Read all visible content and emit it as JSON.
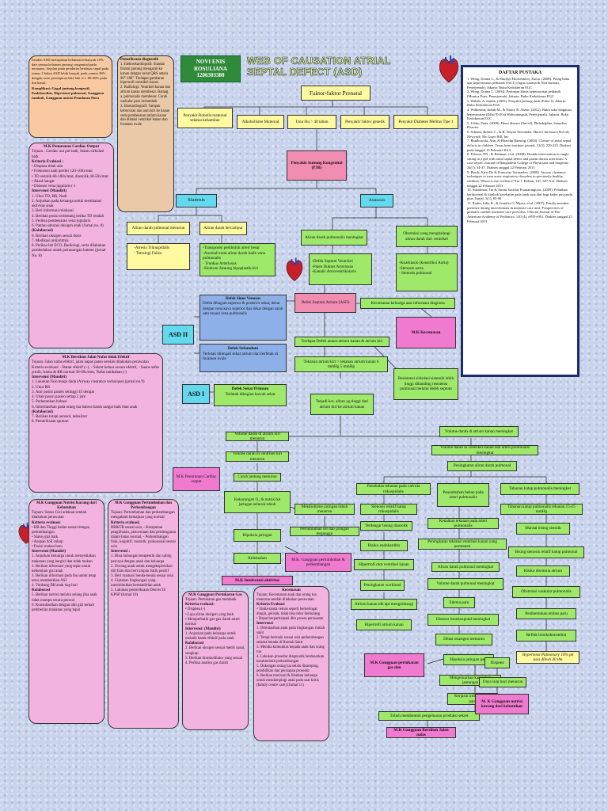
{
  "header": {
    "name": "NOVI ENIS ROSULIANA",
    "nim": "1206303380",
    "title": "WEB OF CAUSATION ATRIAL SEPTAL DEFECT (ASD)"
  },
  "intro": {
    "text": "Insiden ASD merupakan kelainan terbanyak 10% dari semua kelainan jantung congenital pada neonatus. Sejalan pada penderita berdasar sepal pada tumur 1 bulan ASD lebih banyak pada wanita 36% dengan rasio perempuan laki-laki 2:1, 80-40% pada ibu hamil.",
    "complication": "Komplikasi: Gagal jantung kongestif, Endokarditis, Hipertensi pulmonal, Gangguan tumbuh, Gangguan nutrisi Penularan Paru"
  },
  "diagnostic": {
    "title": "Pemeriksaan diagnostik",
    "items": [
      "1. Elektrokardiografi: Standar frontal jantung mengarah ke kanan dengan sudut QRS antara 90°-180°. Terdapat gambaran hipertrofi ventrikel kanan",
      "2. Radiologi: Ventrikel kanan dan atrium kanan membesar. Batang a. pulmonalis membesar. Corak vaskular paru bertambah",
      "3. Ekokardiografi: Tampak kebocoran dan arah kiri ke kanan serta pembesaran atrium kanan dan dilatasi ventrikel kanan dan foramen ovale"
    ]
  },
  "references": {
    "title": "DAFTAR PUSTAKA",
    "items": [
      "1. Wong, Donna L., & Marilyn Hockenberry Eaton. (2008). Wong buku ajar keperawatan pediatrik (Vol.1) (Agus sutarna & Neti Juniarti, Penerjemah). Jakarta: Buku Kedokteran EGC",
      "2. Wong, Donna L. (2004). Pedoman klinis keperawatan pediatrik (Monica Ester, Penerjemah). Jakarta: Buku Kedokteran EGC",
      "3. Wahab, A. Samik. (2003). Penyakit jantung anak (Edisi 3). Jakarta: Buku Kedokteran EGC",
      "4. Wilkinson, Judith M., & Nancy R. Ahern. (2012). Buku saku diagnosis keperawatan (Edisi 9) (Esti Wahyuningsih, Penerjemah). Jakarta: Buku Kedokteran EGC",
      "5. Libby, Peter. (2008). Heart disease (8rd ed). Philadelphia: Saunders Elsevier",
      "6. Schlant, Robert C., & R. Wayne Alexander. Hurst's the heart (8rd ed). Newyork: Mc Graw Hill, Inc",
      "7. Bradkowski, Ann, & Bhavdip Ransing. (2004). Closure of atrial septal defects in children. Texas heart institute journal, 31(3), 220-223. Diakses pada tanggal 15 Februari 2013",
      "8. Fatema, NN., & Rahman, et al. (2008). Double intervention in single sitting in a girl with atrial septal defect and patent ductus arteriosus: A case report. Journal of Bangladesh College of Physicians and Surgeons 24(1), 34-37. Diakses tanggal 22 Februari 2013",
      "9. Brock, Kirsi De & Francoise Vermaelen. (2008). Airway clearance techniques to treat acute respiratory disorders in previously healthy children: Where is the evidence? Eur J. Pediatr, 167, 607-612. Diakses tanggal 22 Februari 2013",
      "10. Sukarman, Tin & Amini Savithri Pramaningtyas. (2009). Pelatihan kardiorenal & kimbub kesehatan pada anak usia dini bagi kader posyandu plus. Jurnal, 3(1), 85-96",
      "11. Kadin, Irdia K., & Jennifer G. Myers, et al. (2007). Family-member presence during interventions in intensive care unit: Perspectives of pediatric cardiac intensive care providers. Official Journal of The American Academy of Pediatrics, 120 (4), e895-e901. Diakses tanggal 23 Februari 2013"
    ]
  },
  "prenatal": {
    "title": "Faktor-faktor Prenatal",
    "factors": [
      "Penyakit Rubella maternal selama kehamilan",
      "Alkoholisme Maternal",
      "Usia ibu > 40 tahun",
      "Penyakit/ faktor genetik",
      "Penyakit Diabetes Melitus Tipe 1"
    ]
  },
  "pjb": "Penyakit Jantung Kongenital (PJB)",
  "sianosis": "Sianosis",
  "asianosis": "Asianosis",
  "sian_left": [
    "Aliran darah pulmonal menurun",
    "Aliran darah bercampur"
  ],
  "sian_left_list": [
    "-Atresia Trikuspidalis",
    "- Tetralogi Fallot"
  ],
  "sian_mid_list": [
    "-Transposisi pembuluh arteri besar",
    "-Anomali total aliran darah balik vena pulmonalis",
    "- Trunkus Arteriosus",
    "-Sindrom Jantung hipoplastik kiri"
  ],
  "asian_left": "Aliran darah pulmonalis meningkat",
  "asian_right": "Obstruksi yang menghalangi aliran darah dari ventrikel",
  "asian_left_list": [
    "-Defek Septum Ventrikel",
    "-Paten Duktus Arteriosus",
    "-Kanalis Atrioventrikularis"
  ],
  "asian_right_list": [
    "-Koarktasio (konstriksi Aorta)",
    "-Stenosis aorta",
    "- Stenosis pulmonal"
  ],
  "asd_box": "Defek Septum Atrium (ASD)",
  "family": "Kecemasan keluarga atas informasi diagnosa",
  "mk_cemas": "M.K Kecemasan",
  "asd2": "ASD II",
  "asd1": "ASD I",
  "sinus": {
    "title": "Defek Sinus Venosus",
    "text": "Defek dibagian superior & posterior sekat, dekat dengan vena kava superior dan dekat dengan salah satu muara vena pulmonalis"
  },
  "sekundum": {
    "title": "Defek Sekundum",
    "text": "Terletak ditengah sekat atrium dan berletak di foramen ovale"
  },
  "primum": {
    "title": "Defek Sekat Primum",
    "text": "Terletak dibagian bawah sekat"
  },
  "tekanan1": "Terdapat Defek antara atrium kanan & atrium kiri",
  "tekanan2": "Tekanan atrium kiri > tekanan atrium kanan 6 mmHg 5 mmHg",
  "resistensi": "Resistensi sirkulasi sistemik lebih tinggi dibanding resistensi pulmonal melalui defek septum",
  "shunt": "Terjadi kor. aliran yg tinggi dari atrium kiri ke atrium kanan",
  "flow_left": [
    "Volume darah di atrium kiri menurun",
    "Volume darah di ventrikel kiri menurun",
    "Curah jantung menurun",
    "Kekurangan O₂ & nutrisi ke jaringan seluruh tubuh",
    "Hipoksia jaringan",
    "Kelemahan",
    "M.K Intoleransi aktivitas"
  ],
  "flow_mid": [
    "Metabolisme jaringan tubuh menurun",
    "Pertumbuhan sel dan jaringan terganggu",
    "Stenosis relatif katup trikuspidalis",
    "Terdengar bising diastolik",
    "Risiko endokarditis",
    "Hipertrofi otot ventrikel kanan",
    "Peningkatan workload",
    "Atrium kanan tdk dpt mengimbangi",
    "Hipertrofi atrium kanan"
  ],
  "flow_right1": [
    "Volume darah di atrium kanan meningkat",
    "Volume darah di ventrikel kanan dan arteri pulmonalis meningkat",
    "Peningkatan aliran darah pulmonal"
  ],
  "flow_right2": [
    "Penebalan tekanan pada valvula trikuspidalis",
    "Penambahan beban pada arteri pulmonalis",
    "Kenaikan tekanan pada arteri pulmonalis",
    "Peningkatan tekanan ventrikel kanan yang permanen",
    "Aliran darah pulmonal meningkat",
    "Volume darah pulmonal meningkat",
    "Edema paru",
    "Distress bronkusputal meningkat",
    "Dilasi okasigen menurun"
  ],
  "flow_right3": [
    "Tahanan katup pulmonalis meningkat",
    "Tahanan katup pulmonalis tekanan 15-25 mmHg",
    "Mansal bising sistolik",
    "Bising stenosis relatif katup pulmonal",
    "Risiko disritmia atrium",
    "Obstruksi vaskular pulmonalis",
    "Pembentukan embus paru",
    "Refluk bronkokonstriksi",
    "Hypertensi Pulmonary 10% pd usia dibwh 40 thn"
  ],
  "flow_bottom": [
    "Hipoksia jaringan paru",
    "Mengeluarkan karasakan jantungan",
    "Kerjasin inflamasi gar paru",
    "Tubuh membentuk pengeluaran produksi sekret",
    "Dispnea",
    "Daya isap bayi menurun"
  ],
  "mk_curah": "M.K Penurunan Cardiac output",
  "mk_tumbuh": "M.K. Gangguan pertumbuhan & perkembangan",
  "mk_gas": "M.K Gangguan pertukaran gas dan",
  "mk_nutrisi": "M. K Gangguan nutrisi kurang dari kebutuhan",
  "mk_jalan": "M.K Gangguan Bersihan Jalan nafas",
  "care_cardiac": {
    "title": "M.K Penurunan Cardiac Output",
    "goal": "Tujuan : Cardiac out put baik, Status sirkulasi baik",
    "criteria": [
      "Kriteria Evaluasi :",
      "• Dispnea tidak ada",
      "• Frekuensi nadi perifer 120-160x/mnt",
      "• TD sistolik 80-100x/mnt, diastolik 40-50x/mnt",
      "• Akral hangat",
      "• Distensi vena jugularis (-)"
    ],
    "intervensi": [
      "Intervensi (Mandiri)",
      "1. Ukur TD, RR, Nadi",
      "2. Anjurkan pada keluarga untuk membatasi aktivitas anak",
      "3. Beri informasi relaksasi",
      "4. Berikan posisi terlentang ketika TD rendah",
      "5. Periksa pembesaran vena jugularis",
      "6. Pantau saturasi oksigen anak (Jurnal no. 8)",
      "(Kolaborasi)",
      "6. Berikan oksigen sesuai dosis",
      "7. Medikasi antiaritmia",
      "8. Periksa lab ECO, Radiologi, serta dilakukan pembedahan untuk pemasangan kateter (jurnal No. 8)"
    ]
  },
  "care_airway": {
    "title": "M.K Bersihan Jalan Nafas tidak Efektif",
    "goal": "Tujuan: Jalan nafas efektif, jalan napas paten setelah dilakukan perawatan",
    "criteria": "Kriteria evaluasi: - Batuk efektif (+), - Sekret keluar secara efektif, - Suara nafas jernih, Irama & RR normal 30-60x/mnt, Nafas tambahan (-)",
    "items": [
      "Intervensi (Mandiri)",
      "1. Lakukan fisio terapi dada (Airway clearance technique) (jurnal no.9)",
      "2. Ukur RR",
      "3. Atur posisi pasien setinggi 45 derajat",
      "4. Ubah posisi pasien setiap 2 jam",
      "5. Perhatankan hidrasi",
      "6. Informasikan pada orang tua bahwa batuk sangat baik buat anak",
      "(Kolaborasi)",
      "7. Berikan terapi aerosol, nebulizer",
      "8. Pemeriksaan sputum"
    ]
  },
  "care_nutrisi": {
    "title": "M.K Gangguan Nutrisi Kurang dari Kebutuhan",
    "goal": "Tujuan: Status Gizi adekuat setelah dilakukan perawatan",
    "items": [
      "Kriteria evaluasi:",
      "• BB dan Tinggi badan sesuai dengan perkembangan",
      "• Status gizi baik",
      "• Asupan ASI cukup",
      "• Posisi makan baru",
      "Intervensi (Mandiri)",
      "1. Anjurkan keluarga untuk menyediakan makanan yang bergizi dan tidak makan",
      "2. Berikan informasi yang tepat untuk kebutuhan gizi anak",
      "3. Berikan informasi pada ibu untuk tetap terus memberikan ASI",
      "4. Timbang BB anak tiap hari",
      "Kolaborasi",
      "5. Berikan nutrisi melalui selang jika anak tidak mampu secara peroral",
      "6. Konsultasikan dengan ahli gizi terkait pemberian makanan yang tepat"
    ]
  },
  "care_tumbuh": {
    "title": "M.K Gangguan Pertumbuhan dan Perkembangan",
    "goal": "Tujuan: Pertumbuhan dan perkembangan mengalami kemajuan yang normal",
    "items": [
      "Kriteria evaluasi:",
      "BB&TB sesuai usia, - Ketajaman penglihatan, pencernaan dan pendengaran dalam batas normal, - Perkembangan fisik, kognitif, motorik, psikososial sesuai usia",
      "Intervensi :",
      "1. Bina hubungan terapeutik dan saling percaya dengan anak dan keluarga",
      "2. Dorong anak untuk mengekspresikan diri baru dan beri umpan balik positif",
      "3. Beri mainan/ benda-benda sesuai usia",
      "4. Ciptakan lingkungan yang menimbulkan kemandirian anak",
      "5. Lakukan pemeriksaan Denver II/ KPSP (Jurnal 10)"
    ]
  },
  "care_gas": {
    "title": "M.K Gangguan Pertukaran Gas",
    "items": [
      "Tujuan: Pertukaran gas membaik",
      "Kriteria evaluasi:",
      "• Dispnea (-)",
      "• Laju aliran oksigen yang baik",
      "• Memperbaiki gas-gas darah arteri normal",
      "Intervensi: (Mandiri)",
      "1. Anjurkan pada keluarga untuk melatih batuk efektif pada anak",
      "Kolaborasi",
      "2. Berikan oksigen sesuai medis nasal, sungkup",
      "3. Berikan bronkodilator yang sesuai",
      "4. Periksa analisa gas darah"
    ]
  },
  "care_cemas": {
    "title": "Kecemasan",
    "items": [
      "Tujuan: Kecemasan anak dan orang tua menurun setelah dilakukan perawatan.",
      "Kriteria Evaluasi",
      "• Tanda-tanda cemas seperti berkeringat dingin, gelisah, tidak bisa tidur berkurang",
      "• Dapat berpartisipasi dlm proses perawatan",
      "Intervensi",
      "1. Orientasikan anak pada lingkungan rumah sakit",
      "2. Tetapi bermain sesuai usia perkembangan selama berada di Rumah Sakit",
      "3. Mendia komunitas kepada anak dan orang tua",
      "4. Lakukan prosedur diagnostik berdasarkan karakteristik perkembangan",
      "5. Dukungan orang tua selalu disamping, pendidikan dan persiapan prosedur",
      "6. Berikan motivasi & libatkan keluarga untuk mendampingi anak pada saat kritis (family centre care) (Jurnal 11)"
    ]
  }
}
